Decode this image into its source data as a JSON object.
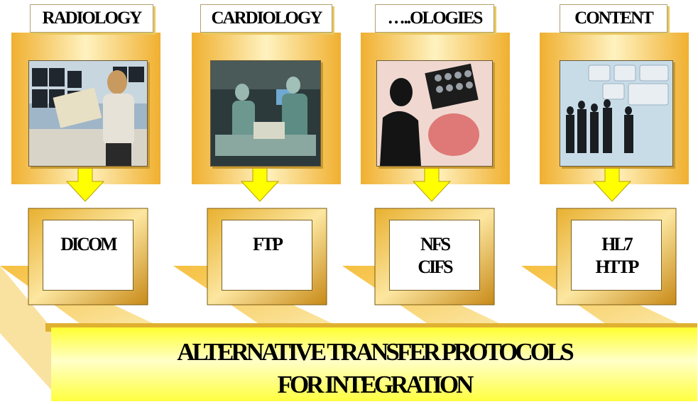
{
  "columns": [
    {
      "label": "RADIOLOGY",
      "protocols": [
        "DICOM"
      ]
    },
    {
      "label": "CARDIOLOGY",
      "protocols": [
        "FTP"
      ]
    },
    {
      "label": "…..OLOGIES",
      "protocols": [
        "NFS",
        "CIFS"
      ]
    },
    {
      "label": "CONTENT",
      "protocols": [
        "HL7",
        "HTTP"
      ]
    }
  ],
  "banner": {
    "line1": "ALTERNATIVE TRANSFER PROTOCOLS",
    "line2": "FOR INTEGRATION"
  },
  "colors": {
    "panel_light": "#fff4c8",
    "panel_mid": "#f8d46a",
    "panel_dark": "#e8b030",
    "arrow": "#ffff00",
    "banner_light": "#ffffe0",
    "banner_yellow": "#ffff40"
  }
}
